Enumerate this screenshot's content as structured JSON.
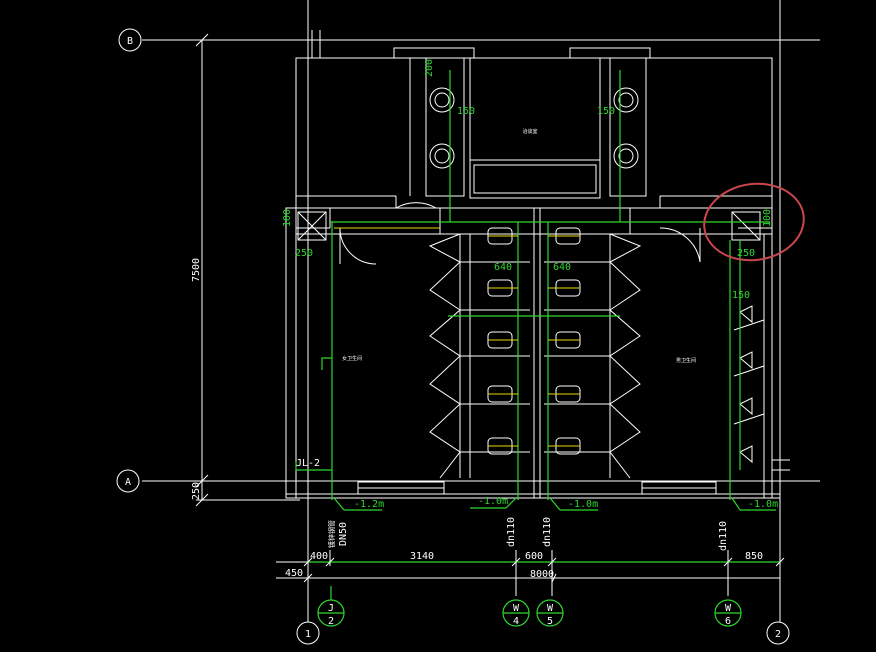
{
  "axes": {
    "row_b": "B",
    "row_a": "A",
    "col_1": "1",
    "col_2": "2"
  },
  "room_labels": {
    "small_room": "洽谈室",
    "right_room": "男卫生间",
    "left_room": "女卫生间"
  },
  "vertical_dims": {
    "total": "7500",
    "bottom": "250"
  },
  "pipe_labels": {
    "jl": "JL-2",
    "el_left": "-1.2m",
    "el_mid1": "-1.0m",
    "el_mid2": "-1.0m",
    "el_right": "-1.0m",
    "pipe1": "镀锌钢管",
    "pipe1b": "DN50",
    "pipe2": "dn110",
    "pipe3": "dn110",
    "pipe4": "dn110"
  },
  "plan_dims": {
    "d200": "200",
    "d150_top_l": "150",
    "d150_top_r": "150",
    "d640_l": "640",
    "d640_r": "640",
    "d100_l": "100",
    "d250_l": "250",
    "d100_r": "100",
    "d250_r": "250",
    "d150_right": "150"
  },
  "bottom_dims": {
    "d400": "400",
    "d3140": "3140",
    "d600": "600",
    "d850": "850",
    "d450": "450",
    "d8000": "8000"
  },
  "pipe_tags": [
    {
      "top": "J",
      "bottom": "2"
    },
    {
      "top": "W",
      "bottom": "4"
    },
    {
      "top": "W",
      "bottom": "5"
    },
    {
      "top": "W",
      "bottom": "6"
    }
  ]
}
